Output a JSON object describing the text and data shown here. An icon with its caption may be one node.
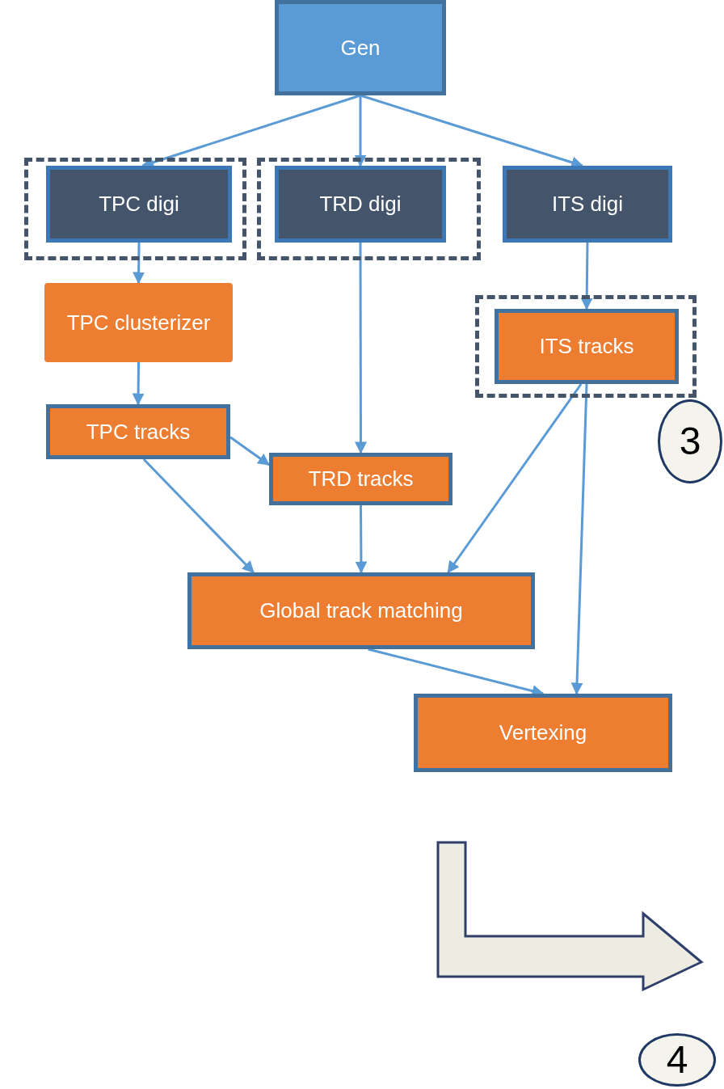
{
  "diagram": {
    "nodes": [
      {
        "text": [
          "Gen"
        ]
      },
      {
        "text": [],
        "shape": "box"
      },
      {
        "text": [
          "TPC digi"
        ],
        "in": 1
      },
      {
        "text": [],
        "shape": "box"
      },
      {
        "text": [
          "TRD digi"
        ],
        "in": 3
      },
      {
        "text": [
          "ITS digi"
        ]
      },
      {
        "text": [
          "TPC clusterizer"
        ]
      },
      {
        "text": [],
        "shape": "box"
      },
      {
        "text": [
          "ITS tracks"
        ],
        "in": 7
      },
      {
        "text": [
          "TPC tracks"
        ]
      },
      {
        "text": [
          "TRD tracks"
        ]
      },
      {
        "text": [
          "Global track matching"
        ]
      },
      {
        "text": [
          "Vertexing"
        ]
      },
      {
        "text": [
          "3"
        ]
      },
      {
        "text": [
          "4"
        ]
      }
    ],
    "edges": [
      {
        "from": 0,
        "to": 2,
        "arrow": "to"
      },
      {
        "from": 0,
        "to": 4,
        "arrow": "to"
      },
      {
        "from": 0,
        "to": 5,
        "arrow": "to"
      },
      {
        "from": 2,
        "to": 6,
        "arrow": "to"
      },
      {
        "from": 6,
        "to": 9,
        "arrow": "to"
      },
      {
        "from": 4,
        "to": 10,
        "arrow": "to"
      },
      {
        "from": 5,
        "to": 8,
        "arrow": "to"
      },
      {
        "from": 9,
        "to": 10,
        "arrow": "to"
      },
      {
        "from": 9,
        "to": 11,
        "arrow": "to"
      },
      {
        "from": 10,
        "to": 11,
        "arrow": "to"
      },
      {
        "from": 8,
        "to": 11,
        "arrow": "to"
      },
      {
        "from": 8,
        "to": 12,
        "arrow": "to"
      },
      {
        "from": 11,
        "to": 12,
        "arrow": "to"
      }
    ]
  }
}
